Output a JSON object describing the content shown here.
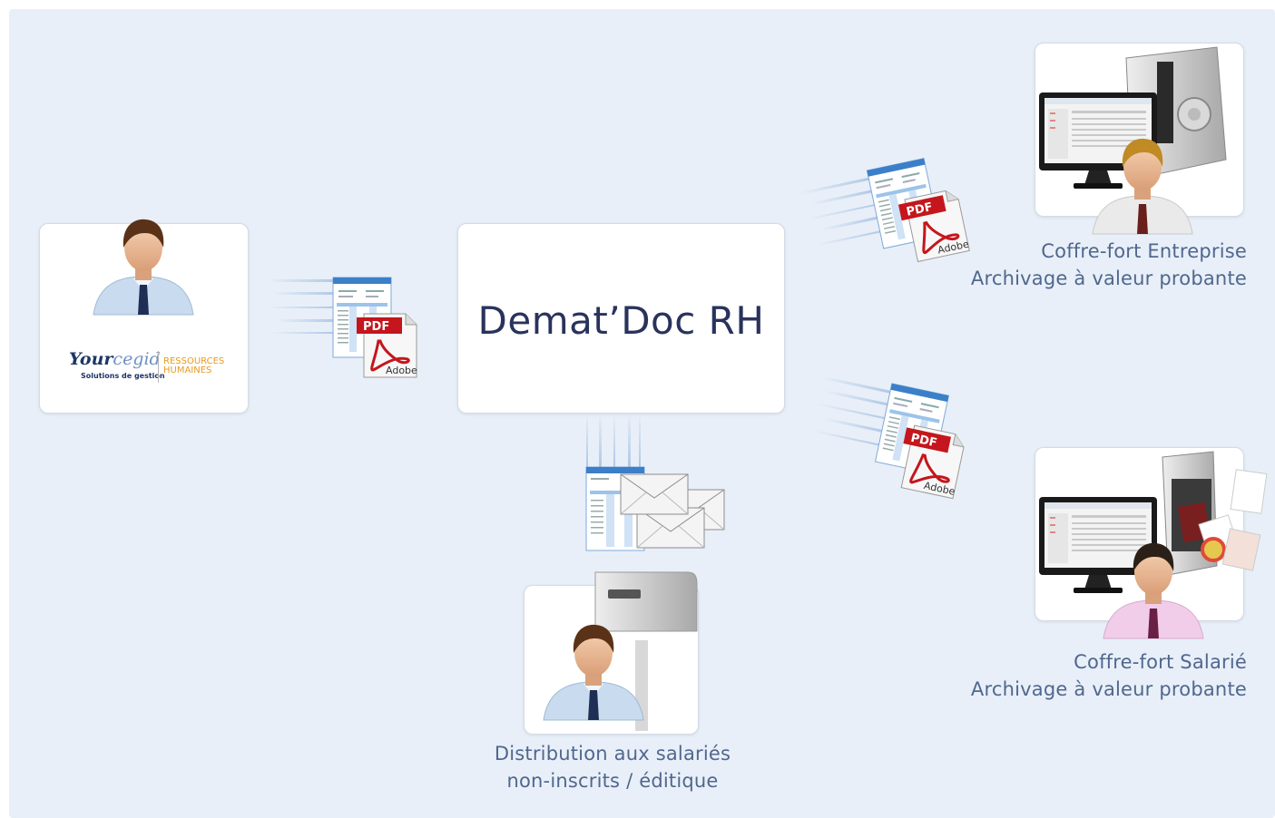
{
  "center_box": {
    "title": "Demat’Doc RH"
  },
  "source": {
    "logo": {
      "brand_a": "Your",
      "brand_b": "cegid",
      "tagline": "Solutions de gestion",
      "division_line1": "RESSOURCES",
      "division_line2": "HUMAINES"
    }
  },
  "documents": {
    "pdf_label": "PDF",
    "adobe_label": "Adobe"
  },
  "destinations": {
    "entreprise": {
      "line1": "Coffre-fort Entreprise",
      "line2": "Archivage à valeur probante"
    },
    "salarie": {
      "line1": "Coffre-fort Salarié",
      "line2": "Archivage à valeur probante"
    },
    "distribution": {
      "line1": "Distribution aux salariés",
      "line2": "non-inscrits / éditique"
    }
  },
  "colors": {
    "background": "#e8eff8",
    "label_text": "#50678e",
    "title_text": "#29335c",
    "pdf_red": "#c4161c",
    "logo_blue": "#1d3567",
    "logo_orange": "#e89b1f"
  },
  "icons": [
    "person-icon",
    "pdf-document-icon",
    "envelope-icon",
    "safe-icon",
    "monitor-icon",
    "mailbox-icon"
  ]
}
